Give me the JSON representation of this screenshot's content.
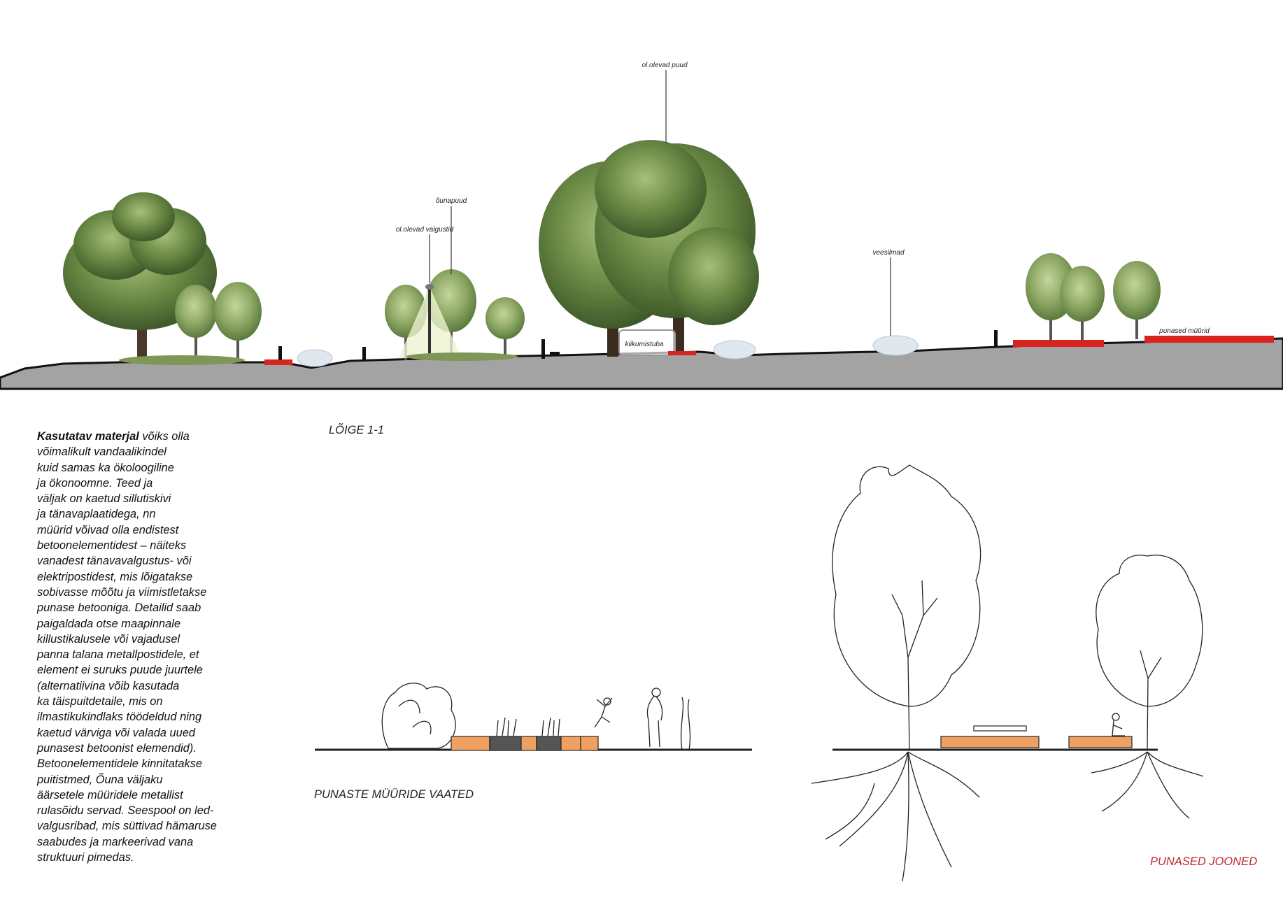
{
  "section": {
    "title": "LÕIGE 1-1",
    "labels": {
      "trees_existing": "ol.olevad puud",
      "apple_trees": "õunapuud",
      "lights_existing": "ol.olevad valgustid",
      "water_mist": "veesilmad",
      "red_walls": "punased müürid",
      "shelter": "kiikumistuba"
    }
  },
  "description": {
    "lead_bold": "Kasutatav materjal",
    "lead_rest": " võiks olla",
    "lines": [
      "võimalikult vandaalikindel",
      "kuid samas ka ökoloogiline",
      "ja ökonoomne. Teed ja",
      "väljak on kaetud sillutiskivi",
      "ja tänavaplaatidega, nn",
      "müürid võivad olla endistest",
      "betoonelementidest – näiteks",
      "vanadest tänavavalgustus- või",
      "elektripostidest, mis lõigatakse",
      "sobivasse mõõtu ja viimistletakse",
      "punase betooniga. Detailid saab",
      "paigaldada otse maapinnale",
      "killustikalusele või vajadusel",
      "panna talana metallpostidele, et",
      "element ei suruks puude juurtele",
      "(alternatiivina võib kasutada",
      "ka täispuitdetaile, mis on",
      "ilmastikukindlaks töödeldud ning",
      "kaetud värviga või valada uued",
      "punasest betoonist elemendid).",
      "Betoonelementidele kinnitatakse",
      "puitistmed, Õuna väljaku",
      "äärsetele müüridele metallist",
      "rulasõidu servad. Seespool on led-",
      "valgusribad, mis süttivad hämaruse",
      "saabudes ja markeerivad vana",
      "struktuuri pimedas."
    ]
  },
  "elevation_left": {
    "title": "PUNASTE MÜÜRIDE VAATED"
  },
  "elevation_right": {
    "title": "PUNASED JOONED"
  },
  "colors": {
    "ground": "#a3a3a3",
    "tree_green": "#5f7d3c",
    "red_wall": "#d8231f",
    "wood": "#f0a060",
    "title_red": "#c0272d"
  }
}
